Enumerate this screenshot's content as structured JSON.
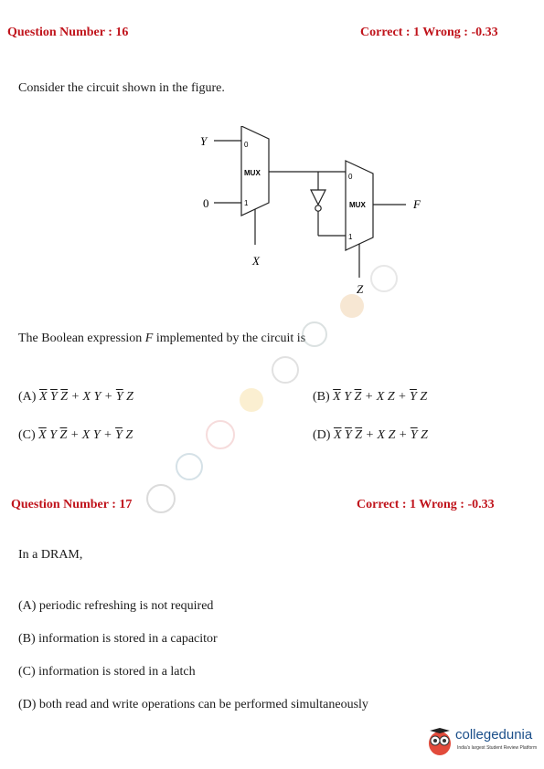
{
  "q16": {
    "header": "Question Number : 16",
    "marks": "Correct : 1  Wrong : -0.33",
    "prompt": "Consider the circuit shown in the figure.",
    "question": "The Boolean expression F implemented by the circuit is",
    "circuit": {
      "mux_label": "MUX",
      "pin0": "0",
      "pin1": "1",
      "input_y": "Y",
      "input_zero": "0",
      "select_x": "X",
      "select_z": "Z",
      "output_f": "F"
    },
    "options": {
      "A": "(A)",
      "B": "(B)",
      "C": "(C)",
      "D": "(D)"
    }
  },
  "q17": {
    "header": "Question Number : 17",
    "marks": "Correct : 1  Wrong : -0.33",
    "prompt": "In a DRAM,",
    "options": [
      "(A) periodic refreshing is not required",
      "(B) information is stored in a capacitor",
      "(C) information is stored in a latch",
      "(D) both read and write operations can be performed simultaneously"
    ]
  },
  "brand": {
    "name": "collegedunia",
    "tagline": "India's largest Student Review Platform"
  },
  "colors": {
    "header_red": "#c0141c",
    "text": "#1a1a1a"
  }
}
